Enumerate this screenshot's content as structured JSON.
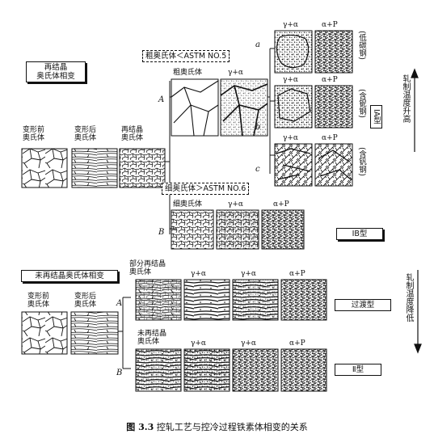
{
  "recrystallized_section": {
    "header": "再结晶\n奥氏体相变",
    "before_deform": "变形前\n奥氏体",
    "after_deform": "变形后\n奥氏体",
    "recrystallized": "再结晶\n奥氏体",
    "branch_A": "A",
    "branch_B": "B",
    "branch_a": "a",
    "branch_b": "b",
    "branch_c": "c",
    "coarse_box": "粗奥氏体＜ASTM NO.5",
    "coarse_austenite": "粗奥氏体",
    "gamma_alpha": "γ+α",
    "row_a_labels": [
      "γ+α",
      "α+P"
    ],
    "row_a_note": "(低碳钢)",
    "row_b_labels": [
      "γ+α",
      "α+P"
    ],
    "row_b_note": "(含铌钢)",
    "row_c_labels": [
      "γ+α",
      "α+P"
    ],
    "row_c_note": "(含钒钢)",
    "type_IA": "IA型",
    "fine_box": "细奥氏体＞ASTM NO.6",
    "fine_austenite": "细奥氏体",
    "fine_labels": [
      "γ+α",
      "α+P"
    ],
    "type_IB": "IB型",
    "arrow_up": "轧制温度升高"
  },
  "nonrecrystallized_section": {
    "header": "未再结晶奥氏体相变",
    "before_deform": "变形前\n奥氏体",
    "after_deform": "变形后\n奥氏体",
    "branch_A": "A",
    "branch_B": "B",
    "partial": "部分再结晶\n奥氏体",
    "row_A_labels": [
      "γ+α",
      "γ+α",
      "α+P"
    ],
    "type_transition": "过渡型",
    "nonrecryst": "未再结晶\n奥氏体",
    "row_B_labels": [
      "γ+α",
      "γ+α",
      "α+P"
    ],
    "type_II": "Ⅱ型",
    "arrow_down": "轧制温度降低"
  },
  "caption": {
    "number": "图 3.3",
    "text": "控轧工艺与控冷过程铁素体相变的关系"
  }
}
